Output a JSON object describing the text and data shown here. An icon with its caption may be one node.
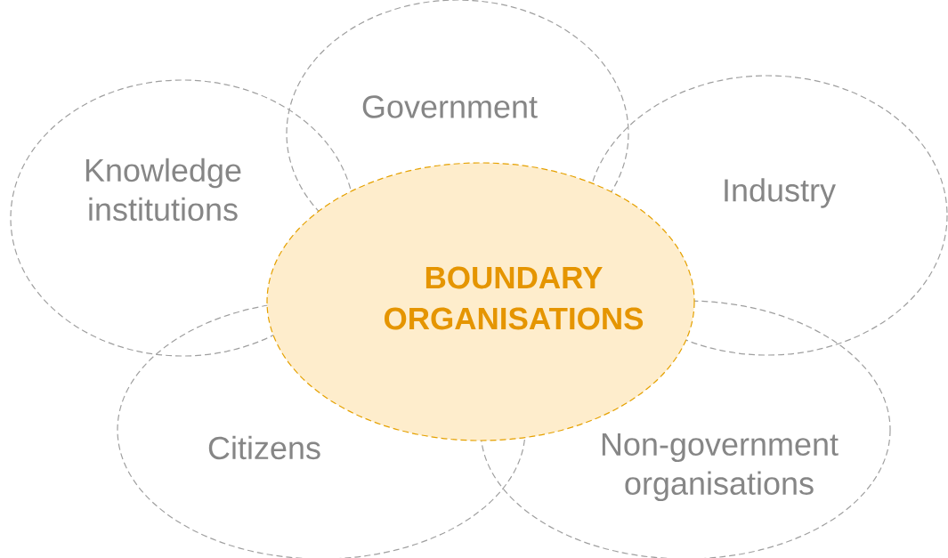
{
  "diagram": {
    "nodes": [
      {
        "text": [
          "Government"
        ]
      },
      {
        "text": [
          "Knowledge institutions"
        ]
      },
      {
        "text": [
          "Industry"
        ]
      },
      {
        "text": [
          "BOUNDARY ORGANISATIONS"
        ]
      },
      {
        "text": [
          "Citizens"
        ]
      },
      {
        "text": [
          "Non-government organisations"
        ]
      }
    ]
  }
}
